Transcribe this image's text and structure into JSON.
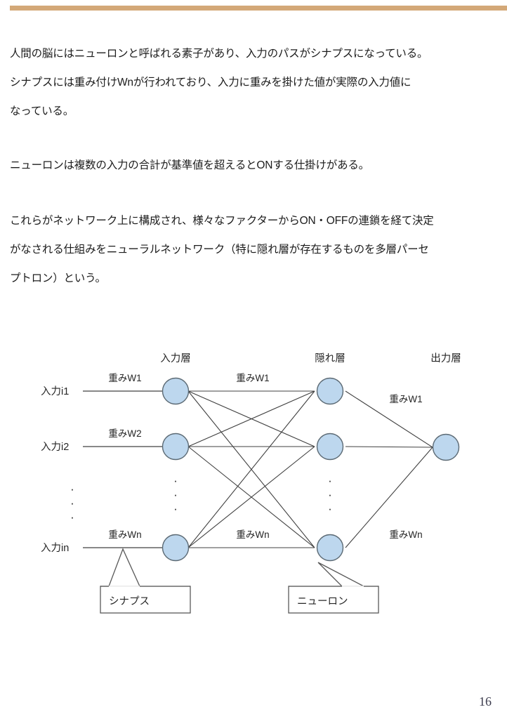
{
  "page": {
    "number": "16",
    "accent_color": "#d3a878",
    "node_fill": "#bdd7ee",
    "node_stroke": "#5c6a74",
    "line_color": "#404040",
    "text_color": "#1c1c1c"
  },
  "content": {
    "paragraphs": [
      {
        "id": "p1",
        "lines": [
          "人間の脳にはニューロンと呼ばれる素子があり、入力のパスがシナプスになっている。",
          "シナプスには重み付けWnが行われており、入力に重みを掛けた値が実際の入力値に",
          "なっている。"
        ]
      },
      {
        "id": "p2",
        "lines": [
          "ニューロンは複数の入力の合計が基準値を超えるとONする仕掛けがある。"
        ]
      },
      {
        "id": "p3",
        "lines": [
          "これらがネットワーク上に構成され、様々なファクターからON・OFFの連鎖を経て決定",
          "がなされる仕組みをニューラルネットワーク（特に隠れ層が存在するものを多層パーセ",
          "プトロン）という。"
        ]
      }
    ]
  },
  "diagram": {
    "layer_labels": {
      "input": "入力層",
      "hidden": "隠れ層",
      "output": "出力層"
    },
    "input_labels": [
      "入力i1",
      "入力i2",
      "入力in"
    ],
    "weight_labels": {
      "input_w1": "重みW1",
      "input_w2": "重みW2",
      "input_wn": "重みWn",
      "hidden_w1": "重みW1",
      "hidden_wn": "重みWn",
      "output_w1": "重みW1",
      "output_wn": "重みWn"
    },
    "callouts": {
      "synapse": "シナプス",
      "neuron": "ニューロン"
    },
    "ellipsis_glyph": "·"
  }
}
